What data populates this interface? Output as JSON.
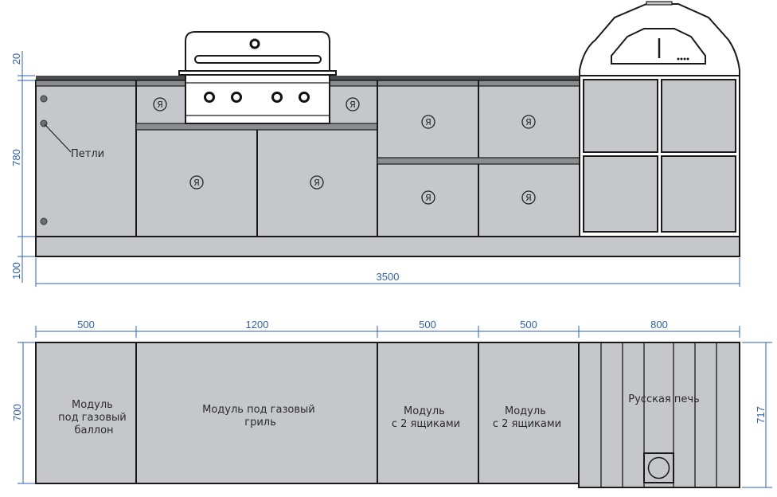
{
  "front_view": {
    "dimensions": {
      "countertop_thickness": "20",
      "cabinet_height": "780",
      "plinth_height": "100",
      "total_length": "3500"
    },
    "annotations": {
      "hinges_label": "Петли"
    },
    "handle_symbol": "Я"
  },
  "plan_view": {
    "dimensions": {
      "depth_left": "700",
      "depth_oven": "717"
    },
    "modules": [
      {
        "width": "500",
        "label_lines": [
          "Модуль",
          "под газовый",
          "баллон"
        ]
      },
      {
        "width": "1200",
        "label_lines": [
          "Модуль под газовый",
          "гриль"
        ]
      },
      {
        "width": "500",
        "label_lines": [
          "Модуль",
          "с 2 ящиками"
        ]
      },
      {
        "width": "500",
        "label_lines": [
          "Модуль",
          "с 2 ящиками"
        ]
      },
      {
        "width": "800",
        "label_lines": [
          "Русская печь"
        ]
      }
    ]
  },
  "colors": {
    "cabinet_fill": "#c6c7cb",
    "dimension_blue": "#2f5fb8",
    "outline": "#1a1a1a",
    "trim_dark": "#8b8c90"
  }
}
